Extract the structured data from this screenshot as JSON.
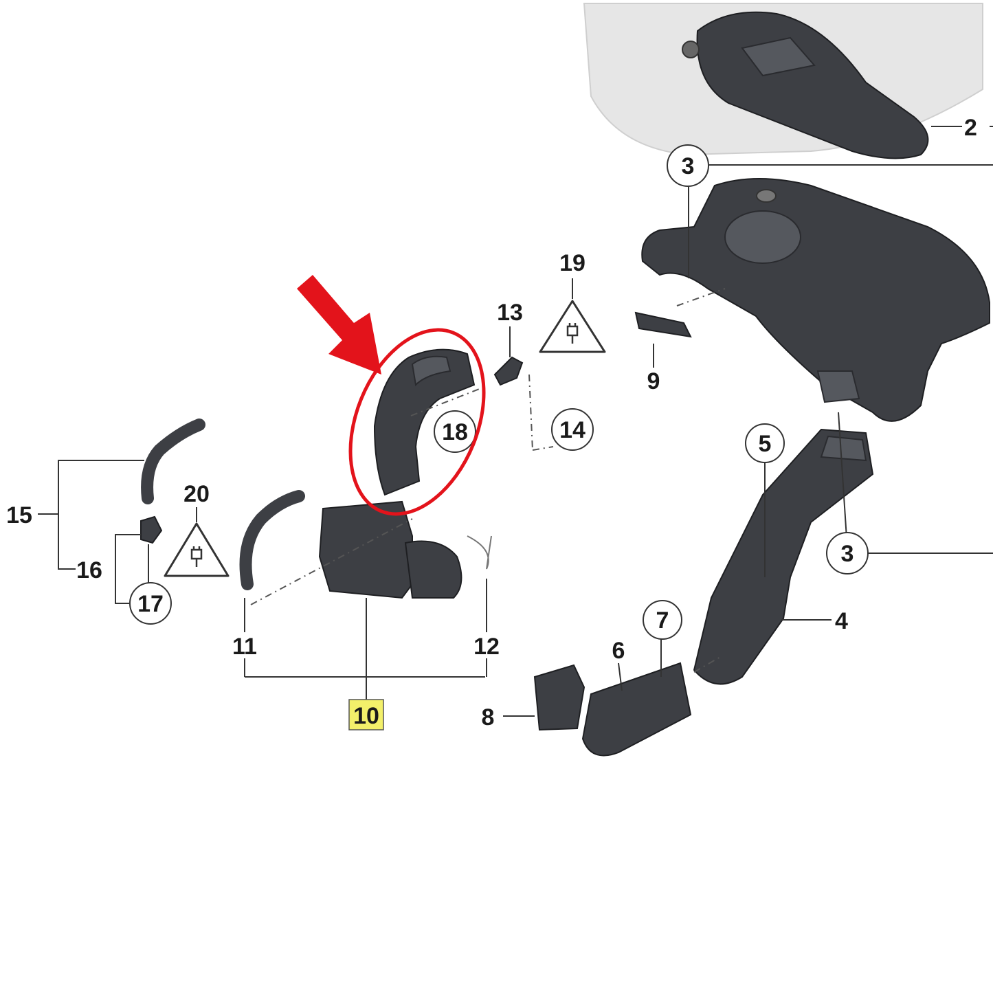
{
  "colors": {
    "highlight_ellipse": "#e3131b",
    "arrow": "#e3131b",
    "part_dark": "#3d3f44",
    "ghost_cover": "#e6e6e6",
    "label_highlight": "#f3f06a"
  },
  "icons": [
    "red-arrow-icon",
    "warning-plug-icon"
  ],
  "callouts": {
    "c2": "2",
    "c3a": "3",
    "c3b": "3",
    "c4": "4",
    "c5": "5",
    "c6": "6",
    "c7": "7",
    "c8": "8",
    "c9": "9",
    "c10": "10",
    "c11": "11",
    "c12": "12",
    "c13": "13",
    "c14": "14",
    "c15": "15",
    "c16": "16",
    "c17": "17",
    "c18": "18",
    "c19": "19",
    "c20": "20"
  },
  "highlighted_callout": "10"
}
